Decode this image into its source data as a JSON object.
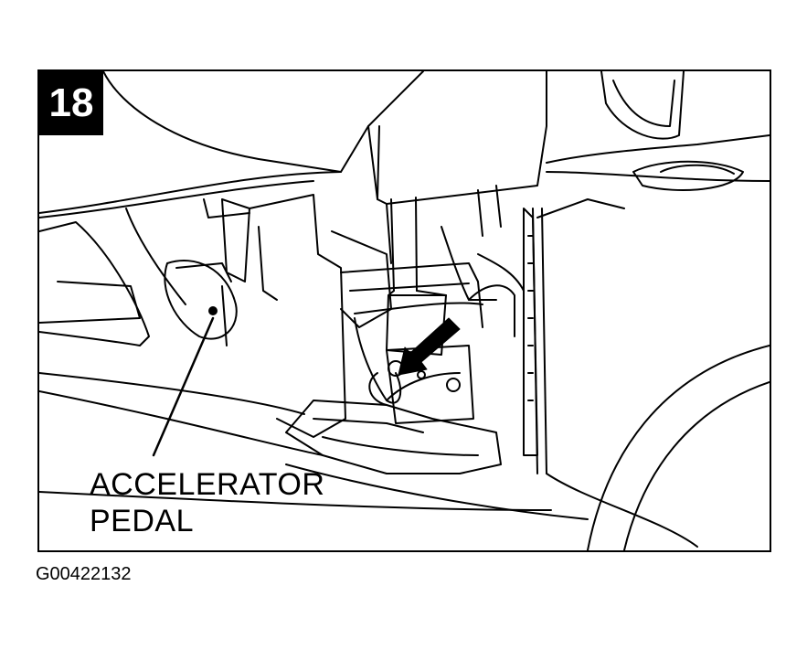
{
  "step": {
    "number": "18"
  },
  "callout": {
    "line1": "ACCELERATOR",
    "line2": "PEDAL"
  },
  "figure": {
    "id": "G00422132"
  },
  "icons": {
    "arrow": "arrow-down-left-icon"
  },
  "colors": {
    "ink": "#000000",
    "paper": "#ffffff"
  }
}
